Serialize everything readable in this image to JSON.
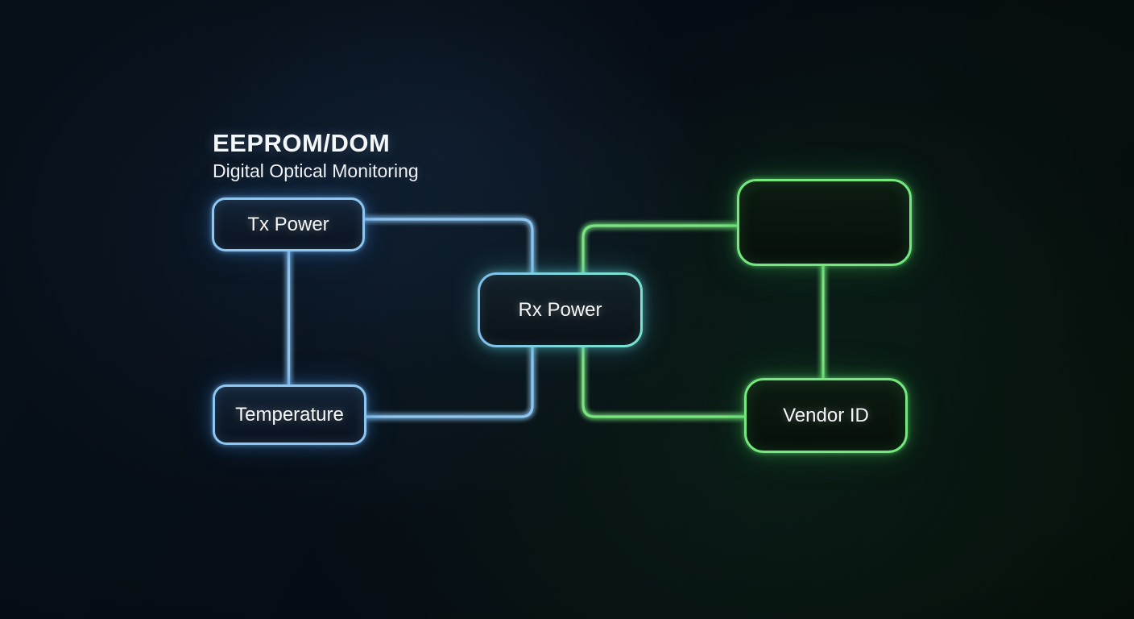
{
  "header": {
    "title": "EEPROM/DOM",
    "subtitle": "Digital Optical Monitoring"
  },
  "diagram": {
    "nodes": [
      {
        "id": "tx-power",
        "label": "Tx Power",
        "group": "blue"
      },
      {
        "id": "rx-power",
        "label": "Rx Power",
        "group": "teal"
      },
      {
        "id": "temperature",
        "label": "Temperature",
        "group": "blue"
      },
      {
        "id": "unlabeled",
        "label": "",
        "group": "green"
      },
      {
        "id": "vendor-id",
        "label": "Vendor ID",
        "group": "green"
      }
    ],
    "edges": [
      {
        "from": "tx-power",
        "to": "temperature",
        "color": "blue",
        "route": "vertical"
      },
      {
        "from": "tx-power",
        "to": "temperature",
        "color": "blue",
        "route": "elbow-through-rx-power"
      },
      {
        "from": "unlabeled",
        "to": "vendor-id",
        "color": "green",
        "route": "elbow-through-rx-power"
      },
      {
        "from": "unlabeled",
        "to": "vendor-id",
        "color": "green",
        "route": "vertical"
      }
    ],
    "colors": {
      "blue_line": "#8ec6f2",
      "teal_border": "#7cd9d8",
      "green_line": "#79e57f",
      "background": "#060c13",
      "text": "#f4f7fa"
    }
  }
}
